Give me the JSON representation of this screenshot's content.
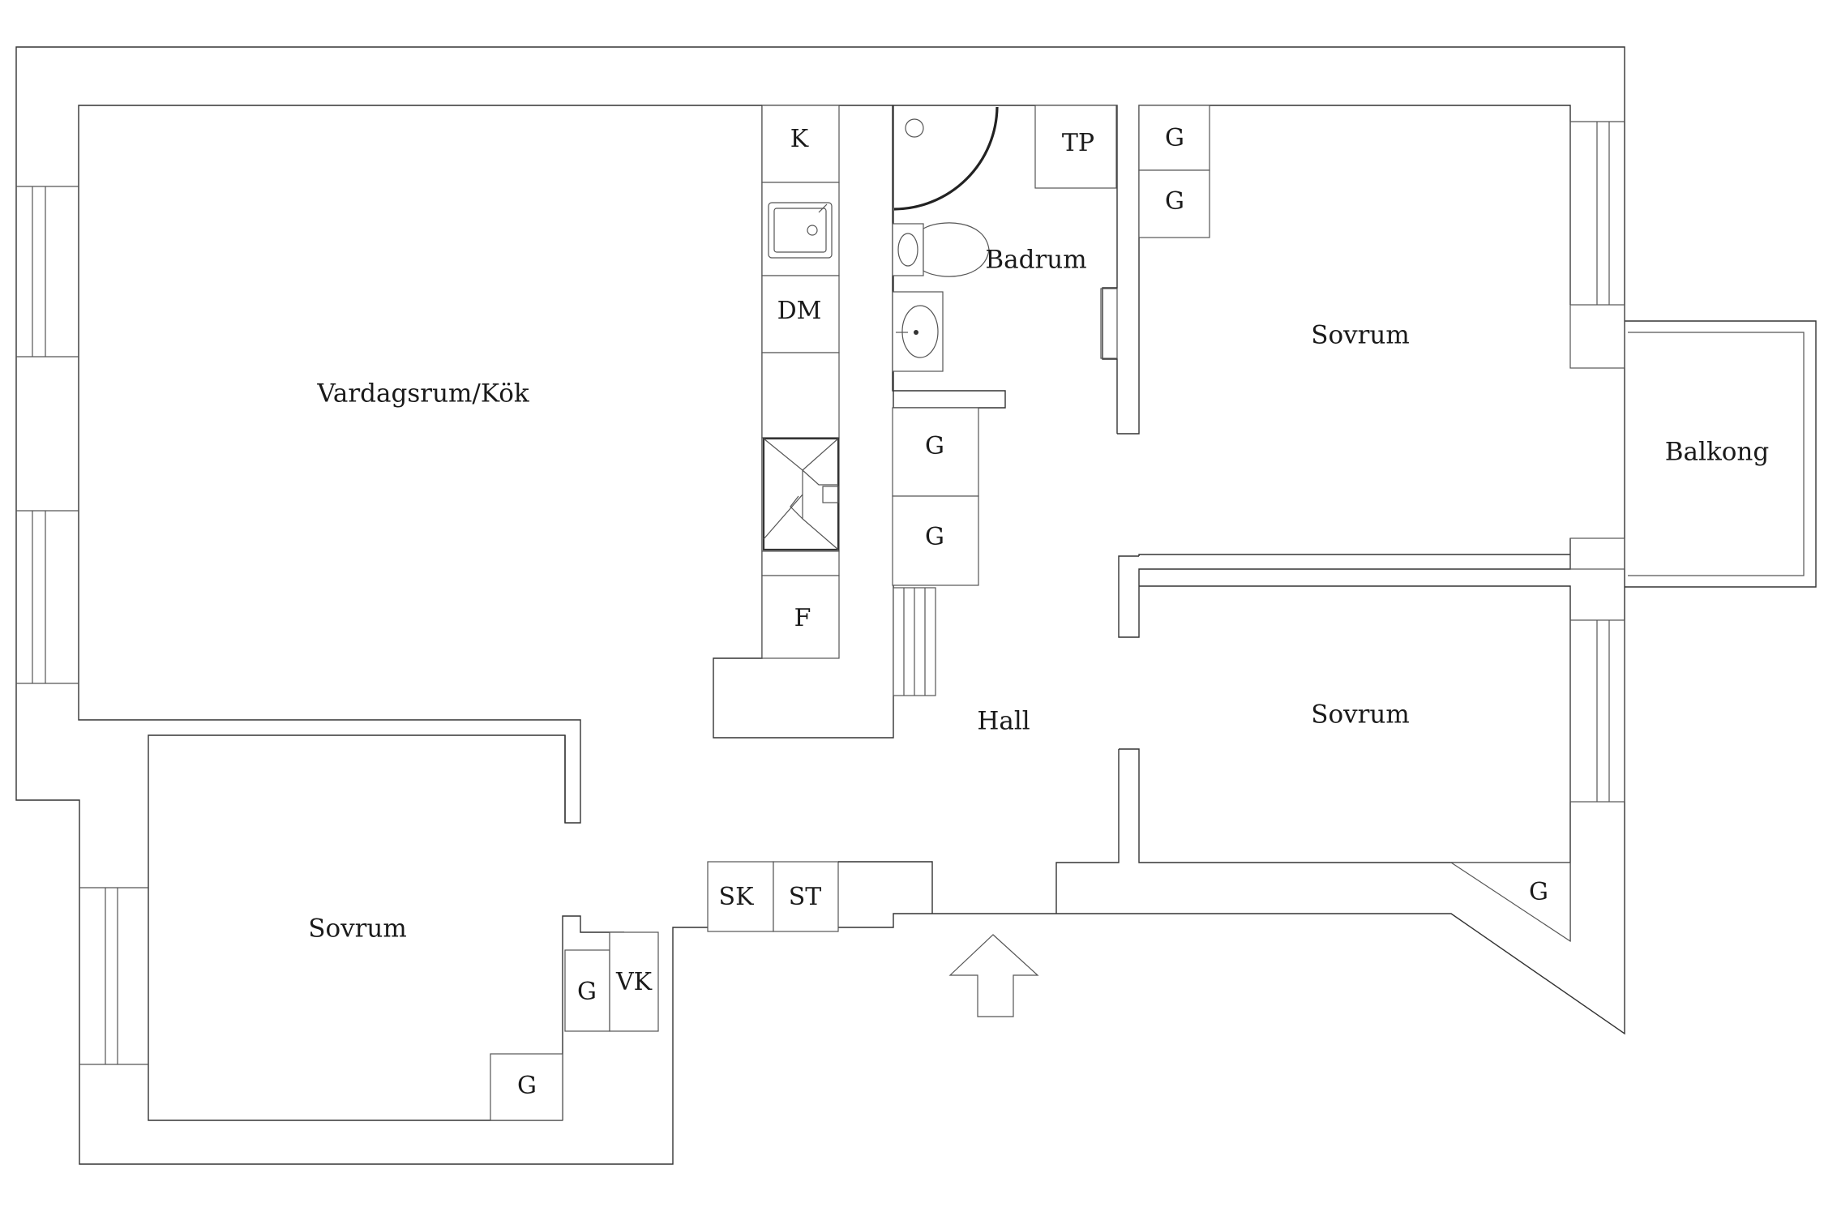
{
  "rooms": {
    "living_kitchen": "Vardagsrum/Kök",
    "bathroom": "Badrum",
    "bedroom_top_right": "Sovrum",
    "bedroom_bottom_right": "Sovrum",
    "bedroom_bottom_left": "Sovrum",
    "balcony": "Balkong",
    "hall": "Hall"
  },
  "labels": {
    "k": "K",
    "dm": "DM",
    "f": "F",
    "tp": "TP",
    "g_bedroom_tr_1": "G",
    "g_bedroom_tr_2": "G",
    "g_hall_1": "G",
    "g_hall_2": "G",
    "sk": "SK",
    "st": "ST",
    "vk": "VK",
    "g_hall_lower": "G",
    "g_bedroom_bl": "G",
    "g_bedroom_br": "G"
  },
  "icons": {
    "entrance": "entrance-arrow-icon",
    "sink": "sink-icon",
    "stove": "stove-icon",
    "toilet": "toilet-icon",
    "washbasin": "washbasin-icon",
    "shower": "shower-icon",
    "radiator": "radiator-icon"
  }
}
